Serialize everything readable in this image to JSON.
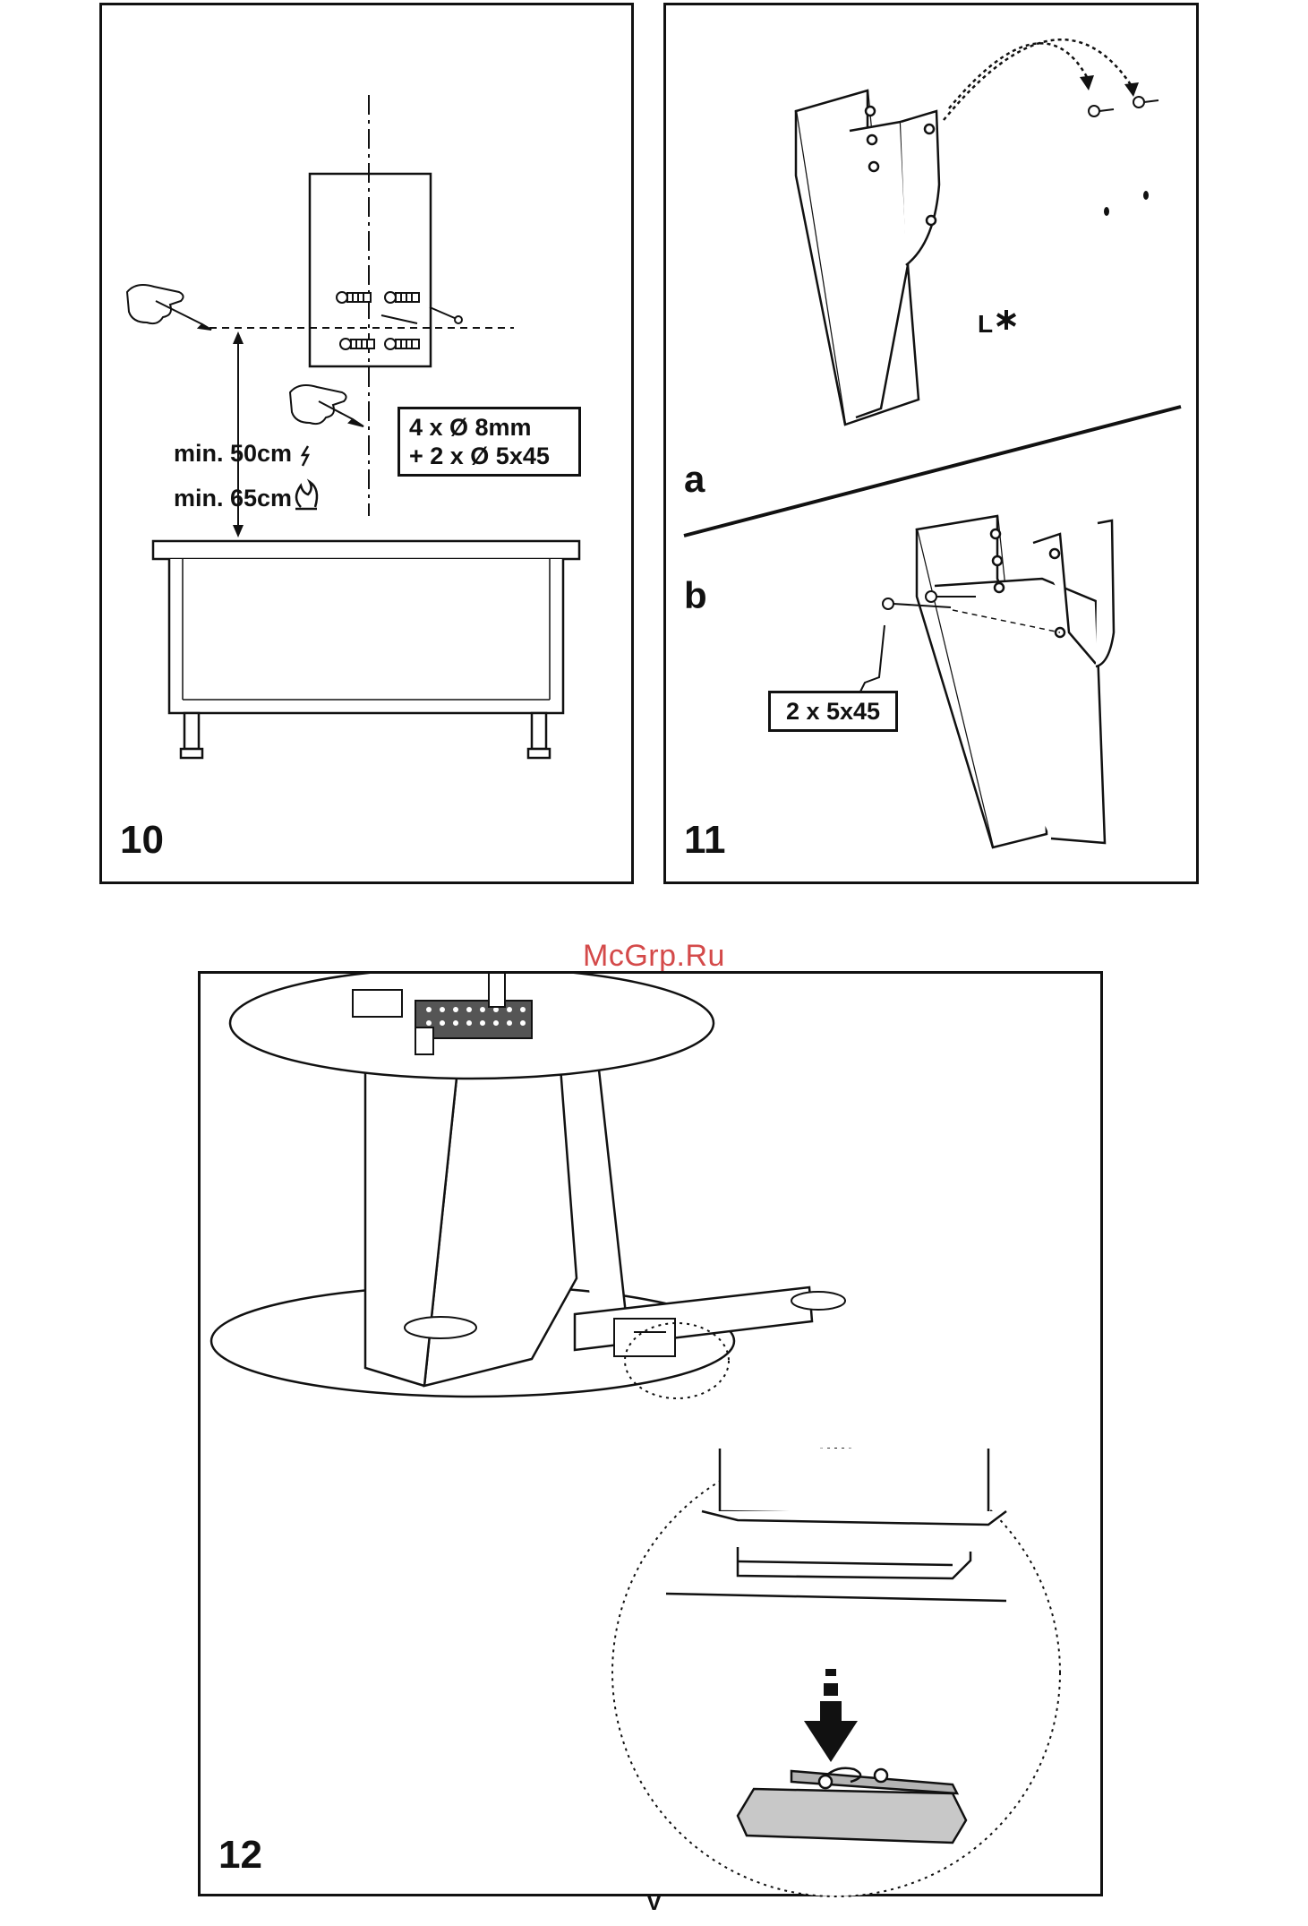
{
  "panels": {
    "p10": {
      "number": "10",
      "boxed_label_line1": "4 x Ø 8mm",
      "boxed_label_line2": "+ 2 x Ø 5x45",
      "min_electric": "min. 50cm",
      "min_gas": "min. 65cm"
    },
    "p11": {
      "number": "11",
      "sub_a": "a",
      "sub_b": "b",
      "bracket_label": "L",
      "screws_box": "2 x 5x45"
    },
    "p12": {
      "number": "12"
    }
  },
  "watermark": "McGrp.Ru",
  "page_number": "V",
  "icons": [
    "pencil-hand-icon",
    "electric-bolt-icon",
    "gas-flame-icon",
    "wall-plug-icon",
    "screw-icon"
  ],
  "colors": {
    "line": "#111111",
    "watermark": "#d44a4a",
    "filter_fill": "#c8c8c8"
  }
}
